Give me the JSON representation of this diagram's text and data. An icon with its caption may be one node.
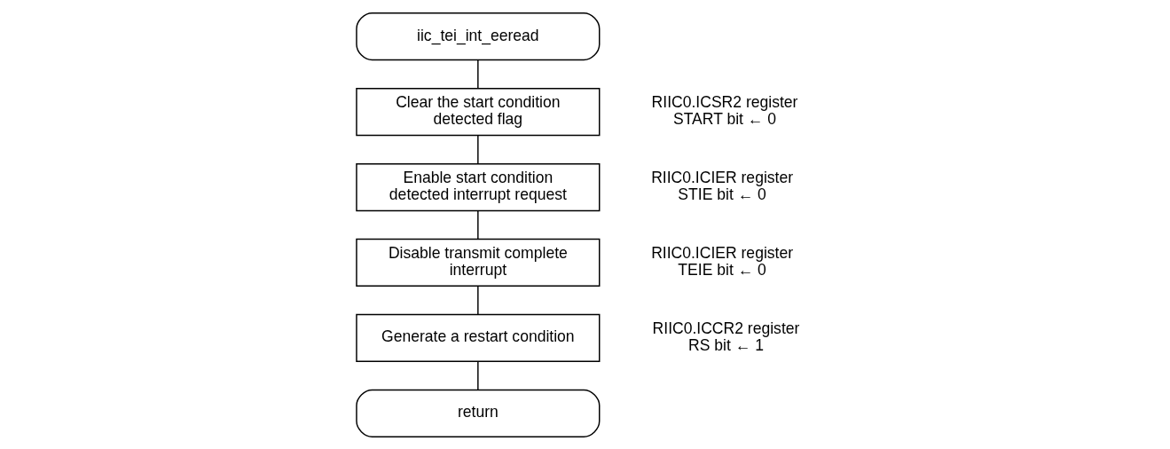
{
  "diagram": {
    "nodes": [
      {
        "text": [
          "iic_tei_int_eeread"
        ]
      },
      {
        "text": [
          "Clear the start condition detected flag"
        ],
        "beside": [
          "RIIC0.ICSR2 register START bit ← 0"
        ]
      },
      {
        "text": [
          "Enable start condition detected interrupt request"
        ],
        "beside": [
          "RIIC0.ICIER register STIE bit ← 0"
        ]
      },
      {
        "text": [
          "Disable transmit complete interrupt"
        ],
        "beside": [
          "RIIC0.ICIER register TEIE bit ← 0"
        ]
      },
      {
        "text": [
          "Generate a restart condition"
        ],
        "beside": [
          "RIIC0.ICCR2 register RS bit ← 1"
        ]
      },
      {
        "text": [
          "return"
        ]
      }
    ],
    "edges": [
      {
        "from": 0,
        "to": 1,
        "arrow": "none"
      },
      {
        "from": 1,
        "to": 2,
        "arrow": "none"
      },
      {
        "from": 2,
        "to": 3,
        "arrow": "none"
      },
      {
        "from": 3,
        "to": 4,
        "arrow": "none"
      },
      {
        "from": 4,
        "to": 5,
        "arrow": "none"
      }
    ]
  }
}
